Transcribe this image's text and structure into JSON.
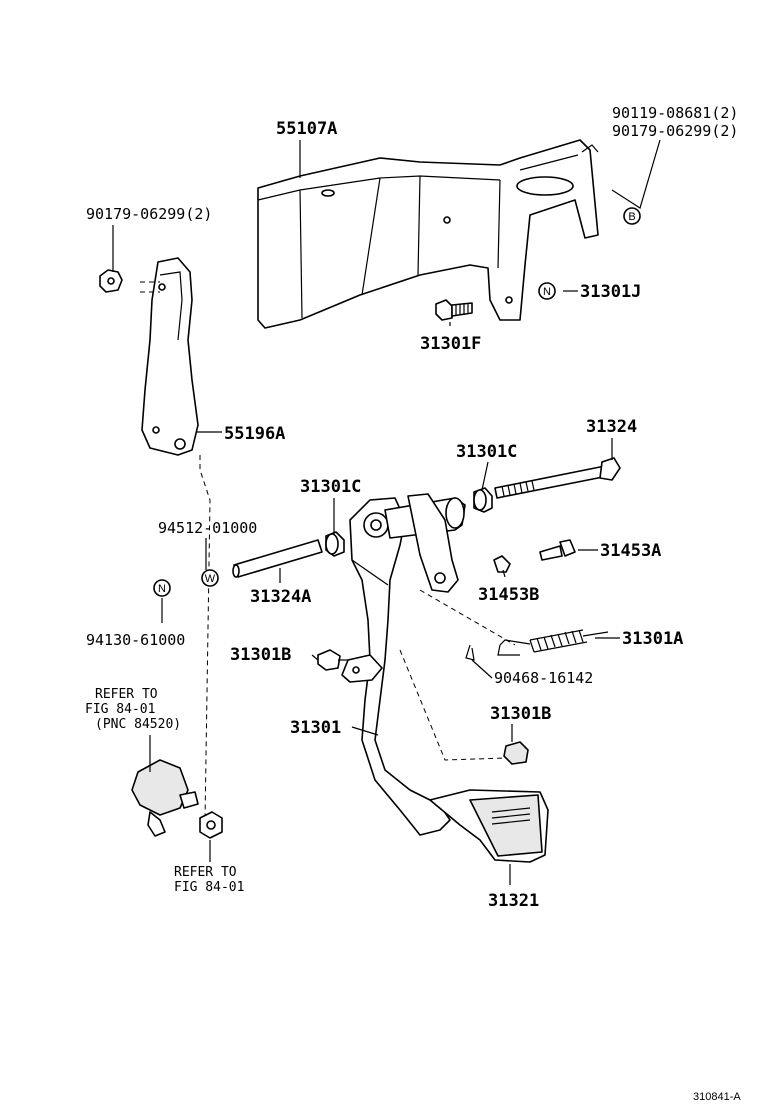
{
  "labels": {
    "p55107A": "55107A",
    "p90119": "90119-08681(2)",
    "p90179_top": "90179-06299(2)",
    "p90179_left": "90179-06299(2)",
    "p31301J": "31301J",
    "p31301F": "31301F",
    "p55196A": "55196A",
    "p31324": "31324",
    "p31301C_right": "31301C",
    "p31301C_left": "31301C",
    "p94512": "94512-01000",
    "p31453A": "31453A",
    "p31453B": "31453B",
    "p31324A": "31324A",
    "p94130": "94130-61000",
    "p31301B_left": "31301B",
    "p31301A": "31301A",
    "p90468": "90468-16142",
    "p31301B_right": "31301B",
    "p31301": "31301",
    "p31321": "31321"
  },
  "refer_top": [
    "REFER TO",
    "FIG 84-01",
    "(PNC 84520)"
  ],
  "refer_bottom": [
    "REFER TO",
    "FIG 84-01"
  ],
  "symbols": {
    "B": "B",
    "N_right": "N",
    "N_left": "N",
    "W": "W"
  },
  "footer": "310841-A"
}
